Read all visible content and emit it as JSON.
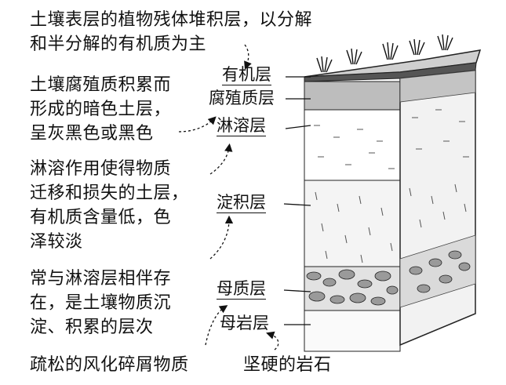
{
  "descriptions": {
    "organic": "土壤表层的植物残体堆积层，以分解\n和半分解的有机质为主",
    "humus": "土壤腐殖质积累而\n形成的暗色土层，\n呈灰黑色或黑色",
    "eluvial": "淋溶作用使得物质\n迁移和损失的土层，\n有机质含量低，色\n泽较淡",
    "illuvial": "常与淋溶层相伴存\n在，是土壤物质沉\n淀、积累的层次",
    "parent": "疏松的风化碎屑物质",
    "bedrock": "坚硬的岩石"
  },
  "layers": {
    "organic": "有机层",
    "humus": "腐殖质层",
    "eluvial": "淋溶层",
    "illuvial": "淀积层",
    "parent": "母质层",
    "bedrock": "母岩层"
  }
}
